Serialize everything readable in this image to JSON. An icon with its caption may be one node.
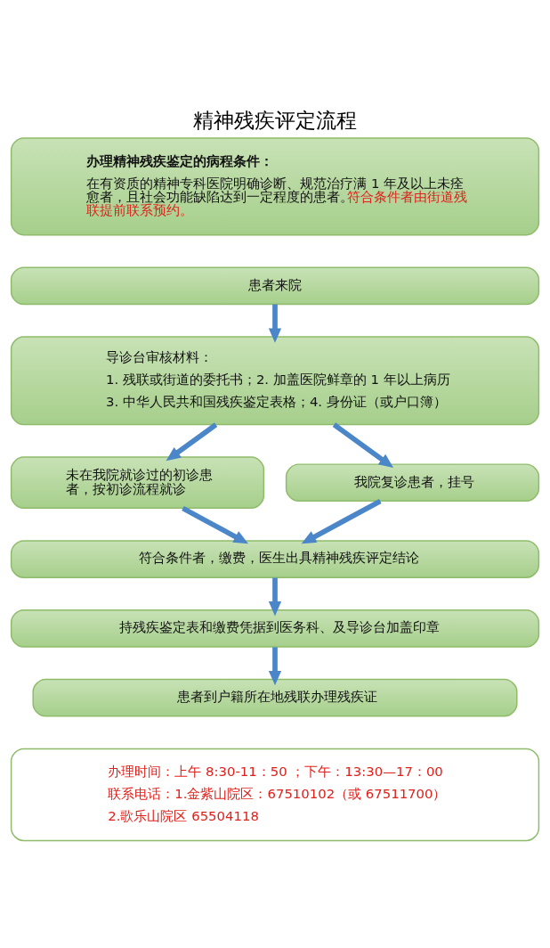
{
  "diagram": {
    "title": "精神残疾评定流程",
    "nodes": [
      {
        "text": [
          "办理精神残疾鉴定的病程条件：",
          "在有资质的精神专科医院明确诊断、规范治疗满 1 年及以上未痊愈者，且社会功能缺陷达到一定程度的患者。",
          "符合条件者由街道残联提前联系预约。"
        ]
      },
      {
        "text": [
          "患者来院"
        ]
      },
      {
        "text": [
          "导诊台审核材料：",
          "1. 残联或街道的委托书；2. 加盖医院鲜章的 1 年以上病历",
          "3. 中华人民共和国残疾鉴定表格；4. 身份证（或户口簿）"
        ]
      },
      {
        "text": [
          "未在我院就诊过的初诊患者，按初诊流程就诊"
        ]
      },
      {
        "text": [
          "我院复诊患者，挂号"
        ]
      },
      {
        "text": [
          "符合条件者，缴费，医生出具精神残疾评定结论"
        ]
      },
      {
        "text": [
          "持残疾鉴定表和缴费凭据到医务科、及导诊台加盖印章"
        ]
      },
      {
        "text": [
          "患者到户籍所在地残联办理残疾证"
        ]
      },
      {
        "text": [
          "办理时间：上午 8:30-11：50 ；下午：13:30—17：00",
          "联系电话：1.金紫山院区：67510102（或 67511700）",
          "2.歌乐山院区 65504118"
        ]
      }
    ],
    "edges": [
      {
        "from": 1,
        "to": 2,
        "arrow": "to"
      },
      {
        "from": 2,
        "to": 3,
        "arrow": "to"
      },
      {
        "from": 2,
        "to": 4,
        "arrow": "to"
      },
      {
        "from": 3,
        "to": 5,
        "arrow": "to"
      },
      {
        "from": 4,
        "to": 5,
        "arrow": "to"
      },
      {
        "from": 5,
        "to": 6,
        "arrow": "to"
      },
      {
        "from": 6,
        "to": 7,
        "arrow": "to"
      }
    ]
  }
}
